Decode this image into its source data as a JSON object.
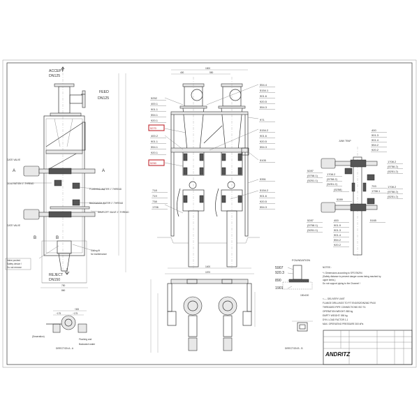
{
  "sheet": {
    "logo": "ANDRITZ"
  },
  "side_view": {
    "accept": "ACCEPT",
    "accept_dn": "DN125",
    "feed": "FEED",
    "feed_dn": "DN125",
    "gate_valve_top": "GATE VALVE",
    "deaeration": "DEAERATION 1\"-THREAD",
    "flushing": "FLUSHING WATER 1\"-THREAD",
    "backwash": "BACKWASH WATER 1\"-THREAD",
    "shutoff": "SHUT-OFF VALVE 1\"-THREAD",
    "gate_valve_bottom": "GATE VALVE",
    "safety_note": [
      "Valve pushed",
      "Safety device !",
      "Do not remove"
    ],
    "sliding_note": [
      "Sliding fit",
      "for maintenance"
    ],
    "reject": "REJECT",
    "reject_dn": "DN150",
    "dim_width_inner": "750",
    "dim_width_outer": "860",
    "section_a": "A",
    "section_b": "B"
  },
  "direction_a": {
    "title": "DIRECTION  A - A",
    "deaeration": "(Deaeration)",
    "flushing": [
      "Flushing and",
      "Backwash water"
    ],
    "dims": [
      "~300",
      "~175",
      "~175"
    ]
  },
  "front_view": {
    "dims": {
      "overall": "1500",
      "left": "400",
      "spacing": "550",
      "base_inner": "1400",
      "base_outer": "1570"
    },
    "left_labels_1": [
      "5252",
      "400.1",
      "901.1",
      "554.1",
      "920.1"
    ],
    "highlight_1": "5270",
    "left_labels_2": [
      "400.2",
      "901.1",
      "554.1",
      "920.1"
    ],
    "highlight_2": "5250",
    "left_labels_3": [
      "718",
      "719",
      "738",
      "1706"
    ],
    "right_labels_1": [
      "554.4",
      "5154.1",
      "901.6",
      "920.5",
      "554.3"
    ],
    "right_label_971": "971",
    "right_labels_2": [
      "5154.2",
      "901.6",
      "920.5",
      "554.3"
    ],
    "right_label_5105": "5105",
    "right_label_5351": "5351",
    "right_labels_3": [
      "5154.2",
      "901.6",
      "920.5",
      "554.3"
    ],
    "highlight_color": "#c0262d"
  },
  "junk_trap": {
    "title": "JUNK TRAP",
    "top_right": [
      "400",
      "901.3",
      "901.4",
      "554.2",
      "920.2"
    ],
    "right_1": [
      "1708.2",
      "(5758.2)",
      "(5251.2)"
    ],
    "left_1": [
      "5287",
      "(5758.1)",
      "(5251.1)"
    ],
    "mid_1": [
      "1708.2",
      "(5758.2)",
      "(5251.2)"
    ],
    "mid_5258": "(5258)",
    "mid_793": [
      "793",
      "1758.1"
    ],
    "right_2": [
      "1708.2",
      "(5758.2)",
      "(5251.2)"
    ],
    "mid_5289": "5289",
    "left_2": [
      "5287",
      "(5758.1)",
      "(5251.1)"
    ],
    "bottom": [
      "400",
      "901.9",
      "901.3",
      "901.4",
      "554.2",
      "920.2"
    ],
    "label_5165": "5165"
  },
  "foundation": {
    "title": "FOUNDATION",
    "labels": [
      "5907",
      "920.3",
      "890",
      "1901"
    ],
    "dim": "150x150"
  },
  "direction_b": {
    "title": "DIRECTION  B - B"
  },
  "notes": {
    "title": "NOTES :",
    "lines": [
      "*= Dimensions according to SFS EN294",
      "(Safety distance to prevent danger zones being reached by",
      "upper limbs.)",
      "Do not support piping to the Channel !"
    ],
    "specs": [
      "<---- DELIVERY LIMIT",
      "FLANGE DRILLINGS TO FIT EN1092/DIN2642 PN10",
      "THREADED PIPE CONNECTIONS ISO 7/1",
      "OPERATION WEIGHT: 850 kg",
      "EMPTY WEIGHT:      590 kg",
      "DYN. LOAD FACTOR 1,1",
      "MAX. OPERATING PRESSURE 300 kPa"
    ]
  }
}
